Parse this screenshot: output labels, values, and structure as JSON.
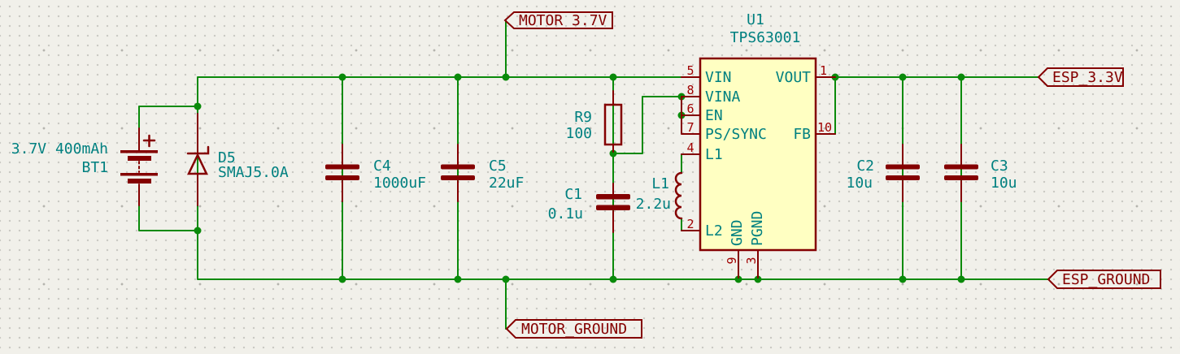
{
  "components": {
    "battery": {
      "ref": "BT1",
      "value": "3.7V 400mAh"
    },
    "diode": {
      "ref": "D5",
      "value": "SMAJ5.0A"
    },
    "c4": {
      "ref": "C4",
      "value": "1000uF"
    },
    "c5": {
      "ref": "C5",
      "value": "22uF"
    },
    "r9": {
      "ref": "R9",
      "value": "100"
    },
    "c1": {
      "ref": "C1",
      "value": "0.1u"
    },
    "l1": {
      "ref": "L1",
      "value": "2.2u"
    },
    "c2": {
      "ref": "C2",
      "value": "10u"
    },
    "c3": {
      "ref": "C3",
      "value": "10u"
    },
    "u1": {
      "ref": "U1",
      "value": "TPS63001",
      "pins": {
        "vin": {
          "num": "5",
          "name": "VIN"
        },
        "vina": {
          "num": "8",
          "name": "VINA"
        },
        "en": {
          "num": "6",
          "name": "EN"
        },
        "pssync": {
          "num": "7",
          "name": "PS/SYNC"
        },
        "l1": {
          "num": "4",
          "name": "L1"
        },
        "l2": {
          "num": "2",
          "name": "L2"
        },
        "vout": {
          "num": "1",
          "name": "VOUT"
        },
        "fb": {
          "num": "10",
          "name": "FB"
        },
        "gnd": {
          "num": "9",
          "name": "GND"
        },
        "pgnd": {
          "num": "3",
          "name": "PGND"
        }
      }
    }
  },
  "net_labels": {
    "motor_power": "MOTOR_3.7V",
    "motor_ground": "MOTOR_GROUND",
    "esp_power": "ESP_3.3V",
    "esp_ground": "ESP_GROUND"
  },
  "colors": {
    "background": "#F1F0EA",
    "wire_green": "#0A8A0A",
    "symbol_red": "#840000",
    "pin_number_red": "#A00000",
    "text_teal": "#008080",
    "ic_fill_yellow": "#FFFFC2"
  }
}
